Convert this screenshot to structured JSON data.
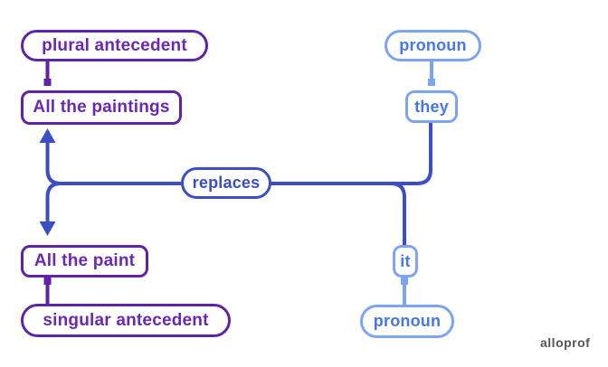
{
  "diagram": {
    "title_hint": "pronoun-antecedent replacement diagram",
    "nodes": {
      "plural_antecedent": "plural antecedent",
      "all_the_paintings": "All the paintings",
      "pronoun_top": "pronoun",
      "they": "they",
      "replaces": "replaces",
      "all_the_paint": "All the paint",
      "singular_antecedent": "singular antecedent",
      "it": "it",
      "pronoun_bottom": "pronoun"
    },
    "edges": [
      {
        "from": "plural_antecedent",
        "to": "all_the_paintings",
        "style": "pin",
        "color": "purple"
      },
      {
        "from": "pronoun_top",
        "to": "they",
        "style": "pin",
        "color": "light_blue"
      },
      {
        "from": "they",
        "via": "replaces",
        "to": "all_the_paintings",
        "style": "arrow",
        "color": "royal_blue"
      },
      {
        "from": "it",
        "via": "replaces",
        "to": "all_the_paint",
        "style": "arrow",
        "color": "royal_blue"
      },
      {
        "from": "all_the_paint",
        "to": "singular_antecedent",
        "style": "pin",
        "color": "purple"
      },
      {
        "from": "it",
        "to": "pronoun_bottom",
        "style": "pin",
        "color": "light_blue"
      }
    ],
    "colors": {
      "purple_border": "#5E23A6",
      "purple_text": "#6A28B4",
      "royal_blue": "#3B4EC5",
      "light_blue_border": "#7DA4F2",
      "blue_text": "#4677E8",
      "watermark_gray": "#55555E",
      "background": "#FFFFFF"
    },
    "watermark": "alloprof"
  }
}
